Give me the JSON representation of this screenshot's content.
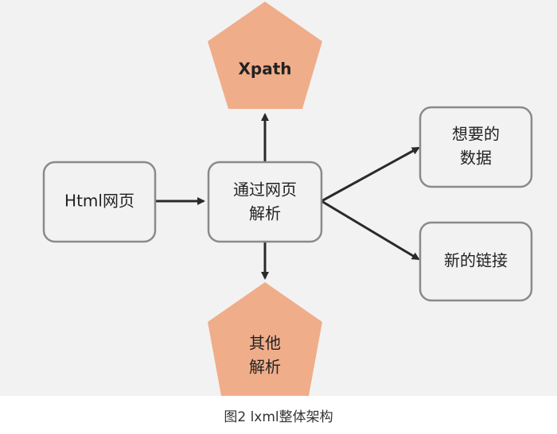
{
  "diagram": {
    "nodes": {
      "html_page": {
        "label": "Html网页"
      },
      "parse": {
        "label_line1": "通过网页",
        "label_line2": "解析"
      },
      "xpath": {
        "label": "Xpath"
      },
      "other": {
        "label_line1": "其他",
        "label_line2": "解析"
      },
      "wanted_data": {
        "label_line1": "想要的",
        "label_line2": "数据"
      },
      "new_links": {
        "label": "新的链接"
      }
    },
    "edges": [
      {
        "from": "html_page",
        "to": "parse"
      },
      {
        "from": "parse",
        "to": "xpath"
      },
      {
        "from": "parse",
        "to": "other"
      },
      {
        "from": "parse",
        "to": "wanted_data"
      },
      {
        "from": "parse",
        "to": "new_links"
      }
    ],
    "colors": {
      "pentagon_fill": "#f0ad8a",
      "box_stroke": "#8a8a8a",
      "arrow": "#2a2a2a",
      "background": "#f2f2f2"
    }
  },
  "caption": "图2  lxml整体架构"
}
